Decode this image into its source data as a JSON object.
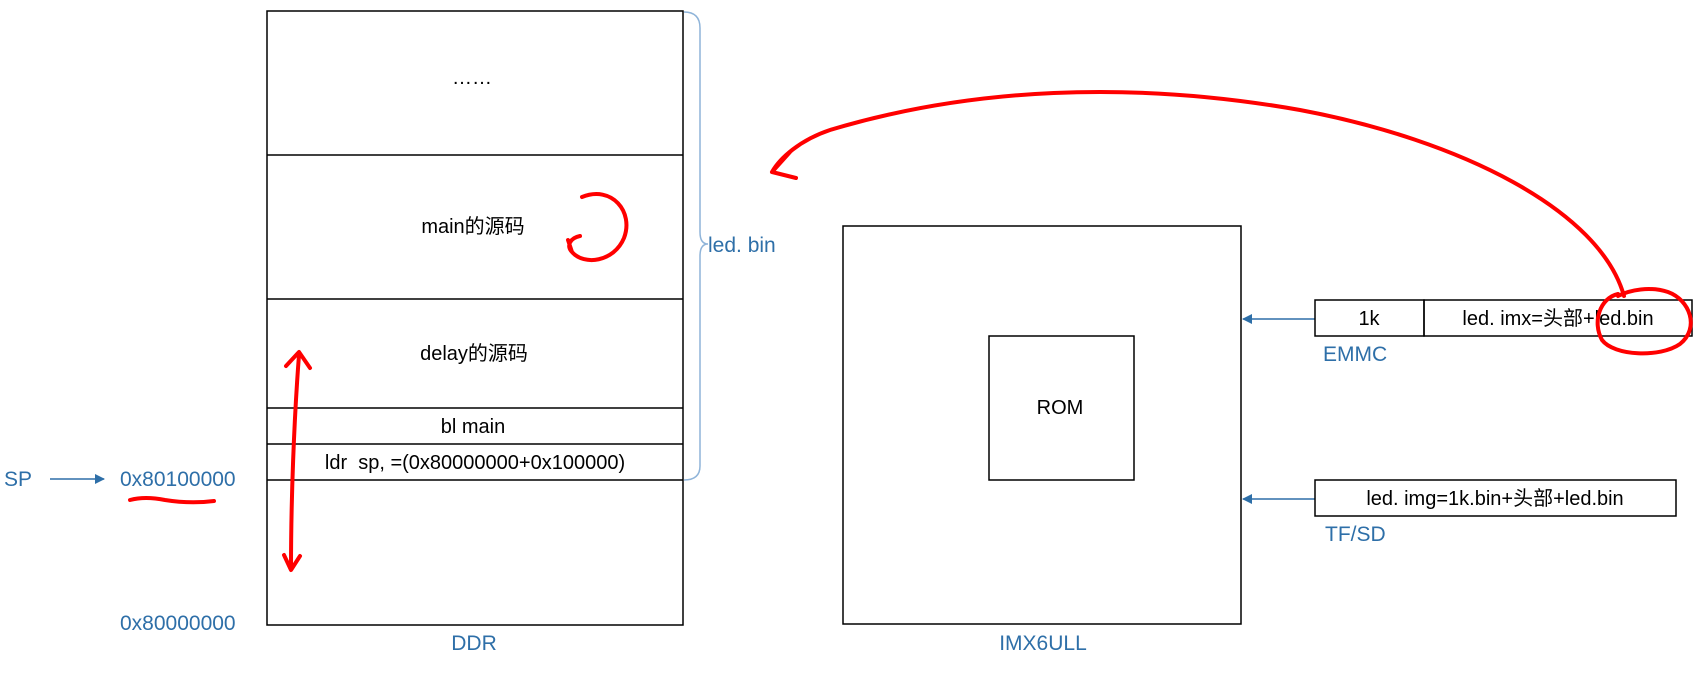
{
  "colors": {
    "outline": "#000000",
    "blue": "#2e6fa8",
    "brace": "#8fb4d9",
    "annotation": "#ff0000"
  },
  "ddr": {
    "caption": "DDR",
    "sections": {
      "dots": "……",
      "main_source": "main的源码",
      "delay_source": "delay的源码",
      "bl_main": "bl main",
      "ldr_sp": "ldr  sp, =(0x80000000+0x100000)"
    },
    "addr_top": "0x80100000",
    "addr_bottom": "0x80000000",
    "sp_label": "SP"
  },
  "brace_label": "led. bin",
  "imx": {
    "caption": "IMX6ULL",
    "rom_label": "ROM"
  },
  "emmc": {
    "caption": "EMMC",
    "cell_1k": "1k",
    "cell_imx": "led. imx=头部+led.bin"
  },
  "tfsd": {
    "caption": "TF/SD",
    "cell_img": "led. img=1k.bin+头部+led.bin"
  }
}
